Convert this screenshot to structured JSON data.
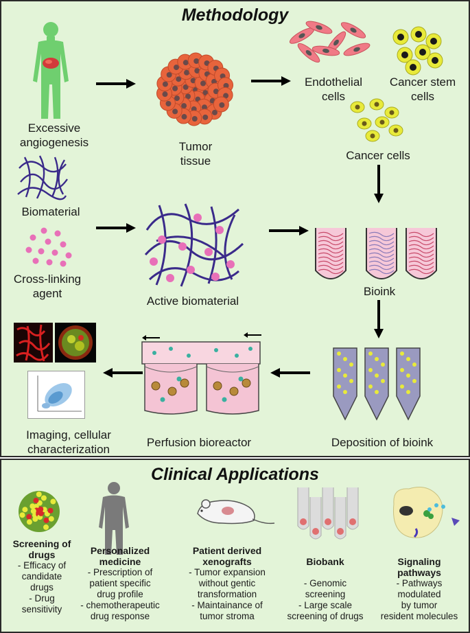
{
  "methodology": {
    "title": "Methodology",
    "labels": {
      "excessive_angiogenesis": "Excessive\nangiogenesis",
      "tumor_tissue": "Tumor\ntissue",
      "endothelial_cells": "Endothelial\ncells",
      "cancer_stem_cells": "Cancer stem\ncells",
      "cancer_cells": "Cancer cells",
      "biomaterial": "Biomaterial",
      "cross_linking_agent": "Cross-linking\nagent",
      "active_biomaterial": "Active biomaterial",
      "bioink": "Bioink",
      "deposition_of_bioink": "Deposition of bioink",
      "perfusion_bioreactor": "Perfusion bioreactor",
      "imaging": "Imaging, cellular\ncharacterization"
    }
  },
  "clinical": {
    "title": "Clinical Applications",
    "items": [
      {
        "heading": "Screening of\ndrugs",
        "body": "- Efficacy of\ncandidate\ndrugs\n- Drug\nsensitivity"
      },
      {
        "heading": "Personalized\nmedicine",
        "body": "- Prescription of\npatient specific\ndrug profile\n- chemotherapeutic\ndrug response"
      },
      {
        "heading": "Patient derived\nxenografts",
        "body": "- Tumor expansion\nwithout gentic\ntransformation\n- Maintainance of\ntumor stroma"
      },
      {
        "heading": "Biobank",
        "body": "- Genomic\nscreening\n- Large scale\nscreening of drugs"
      },
      {
        "heading": "Signaling\npathways",
        "body": "- Pathways\nmodulated\nby tumor\nresident molecules"
      }
    ]
  },
  "colors": {
    "panel_bg": "#e3f4d8",
    "body_green": "#6fcf6f",
    "tumor_orange": "#e8643c",
    "endothelial_pink": "#f07a86",
    "cancer_yellow": "#e8ea3a",
    "biomaterial_blue": "#3a2a8a",
    "crosslinker_pink": "#e870b8"
  }
}
